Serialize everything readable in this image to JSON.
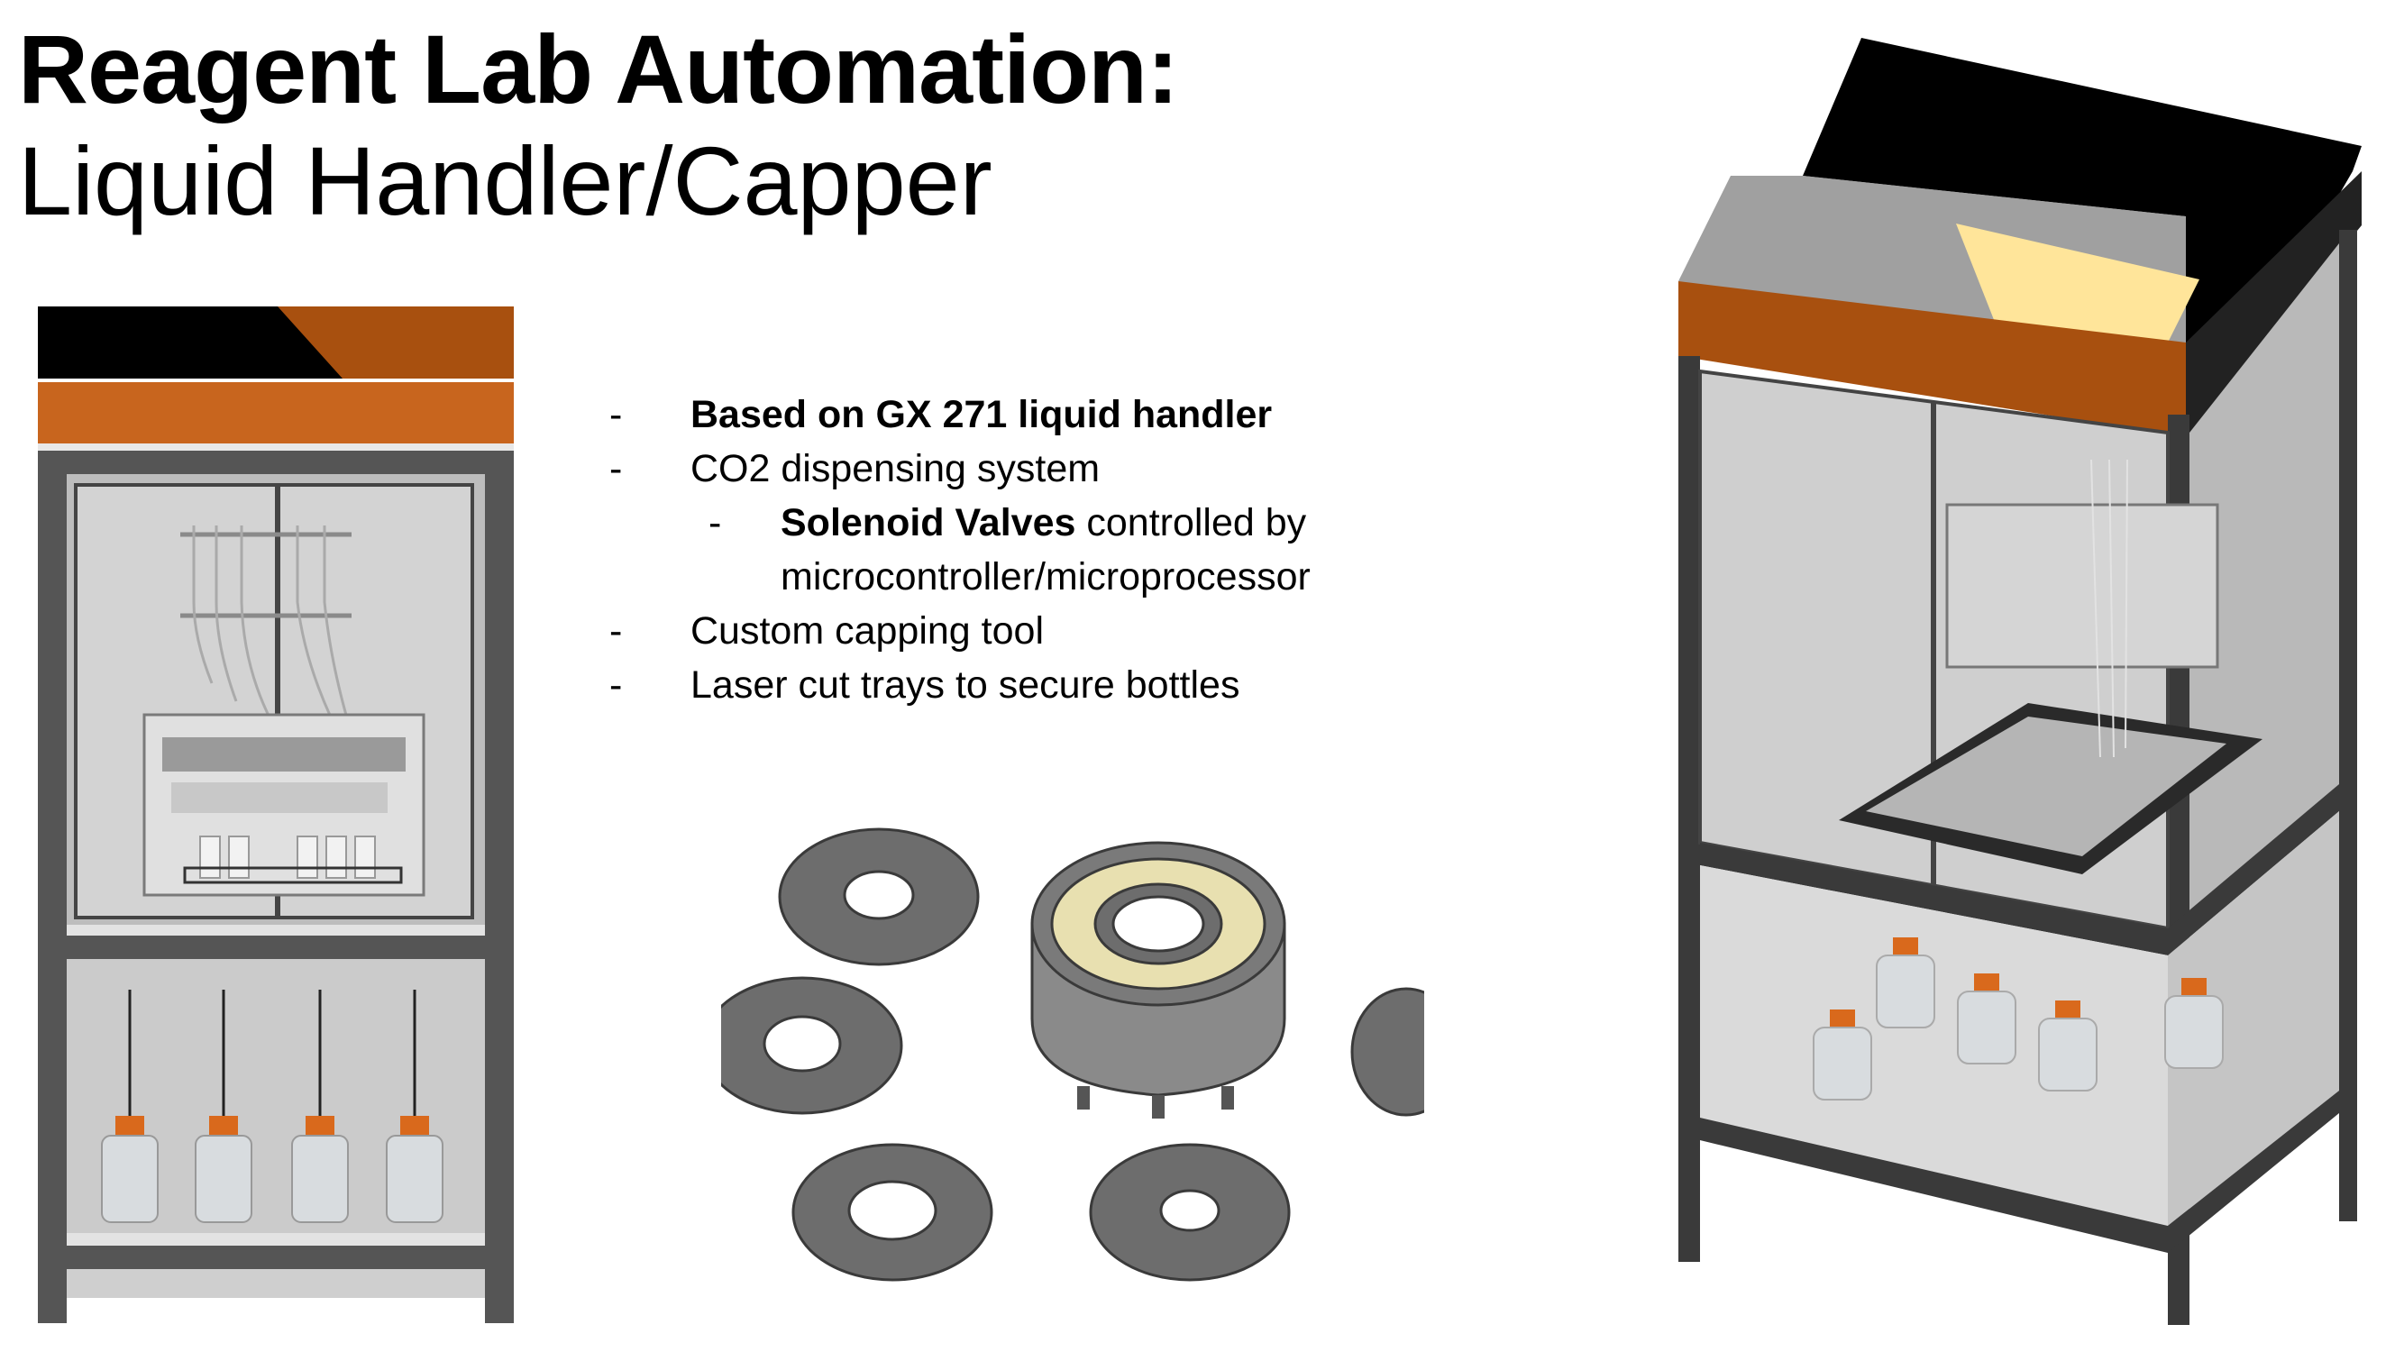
{
  "title": {
    "main": "Reagent Lab Automation:",
    "sub": "Liquid Handler/Capper"
  },
  "bullets": [
    {
      "level": 1,
      "dash": "-",
      "bold": "Based on GX 271 liquid handler",
      "rest": ""
    },
    {
      "level": 1,
      "dash": "-",
      "bold": "",
      "rest": "CO2 dispensing system"
    },
    {
      "level": 2,
      "dash": "-",
      "bold": "Solenoid Valves",
      "rest": " controlled by"
    },
    {
      "level": 0,
      "dash": "",
      "bold": "",
      "rest": "microcontroller/microprocessor"
    },
    {
      "level": 1,
      "dash": "-",
      "bold": "",
      "rest": "Custom capping tool"
    },
    {
      "level": 1,
      "dash": "-",
      "bold": "",
      "rest": "Laser cut trays to secure bottles"
    }
  ],
  "colors": {
    "frame": "#555555",
    "frame_dark": "#3a3a3a",
    "orange": "#c8651e",
    "orange_dark": "#a8500f",
    "cap": "#d9691c",
    "glass": "#d6d6d6",
    "bottle": "#d8dcdf",
    "black": "#000000",
    "tan": "#ffe59a",
    "tool_gray": "#6d6d6d",
    "tool_light": "#8a8a8a",
    "tool_yellow": "#e8e0b0"
  },
  "images": {
    "front_view": "front-view-cabinet-drawing",
    "capping_tool": "capping-tool-parts-drawing",
    "iso_view": "isometric-cabinet-drawing"
  }
}
